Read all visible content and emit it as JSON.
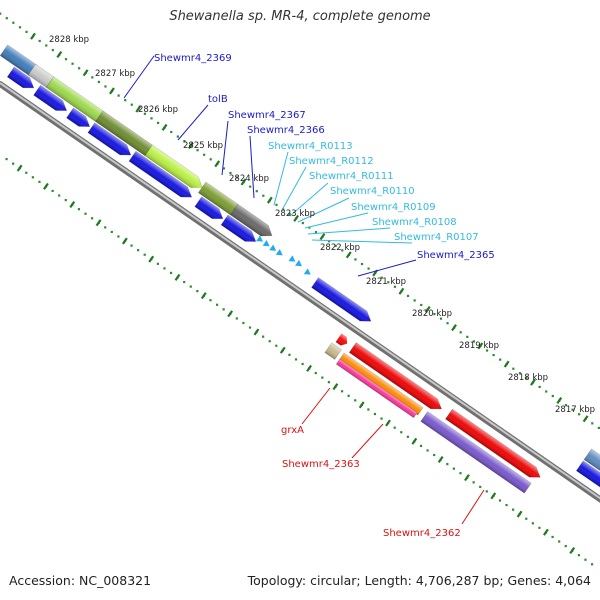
{
  "title": "Shewanella sp. MR-4, complete genome",
  "footer": {
    "accession": "Accession: NC_008321",
    "topology": "Topology: circular; Length: 4,706,287 bp; Genes: 4,064"
  },
  "colors": {
    "backbone": "#8a8a8a",
    "tick": "#2e8b2e",
    "label_blue": "#1a1acc",
    "label_cyan": "#33bbdd",
    "label_red": "#dd1111"
  },
  "ticks": [
    "2828 kbp",
    "2827 kbp",
    "2826 kbp",
    "2825 kbp",
    "2824 kbp",
    "2823 kbp",
    "2822 kbp",
    "2821 kbp",
    "2820 kbp",
    "2819 kbp",
    "2818 kbp",
    "2817 kbp"
  ],
  "labels": {
    "g2369": "Shewmr4_2369",
    "tolB": "tolB",
    "g2367": "Shewmr4_2367",
    "g2366": "Shewmr4_2366",
    "r0113": "Shewmr4_R0113",
    "r0112": "Shewmr4_R0112",
    "r0111": "Shewmr4_R0111",
    "r0110": "Shewmr4_R0110",
    "r0109": "Shewmr4_R0109",
    "r0108": "Shewmr4_R0108",
    "r0107": "Shewmr4_R0107",
    "g2365": "Shewmr4_2365",
    "grxA": "grxA",
    "g2363": "Shewmr4_2363",
    "g2362": "Shewmr4_2362"
  }
}
